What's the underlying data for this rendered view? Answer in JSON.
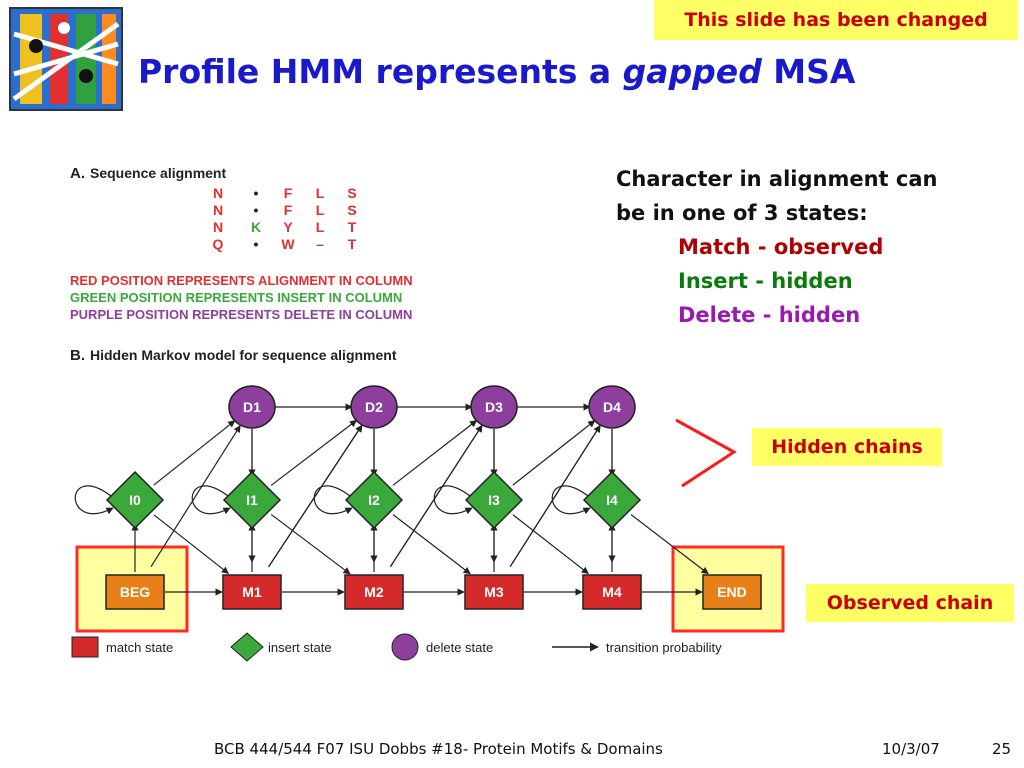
{
  "slide": {
    "banner": "This slide has been changed",
    "title_part1": "Profile HMM represents a ",
    "title_italic": "gapped",
    "title_part2": " MSA"
  },
  "explanation": {
    "line1": "Character in alignment can",
    "line2": "be in one of 3 states:",
    "match": "Match - observed",
    "insert": "Insert - hidden",
    "delete": "Delete - hidden"
  },
  "callouts": {
    "hidden": "Hidden chains",
    "observed": "Observed chain"
  },
  "figure": {
    "section_a": {
      "label": "A.",
      "title": "Sequence alignment",
      "rows": [
        [
          "N",
          "•",
          "F",
          "L",
          "S"
        ],
        [
          "N",
          "•",
          "F",
          "L",
          "S"
        ],
        [
          "N",
          "K",
          "Y",
          "L",
          "T"
        ],
        [
          "Q",
          "•",
          "W",
          "–",
          "T"
        ]
      ],
      "legend_red": "RED POSITION REPRESENTS ALIGNMENT IN COLUMN",
      "legend_green": "GREEN POSITION REPRESENTS INSERT IN COLUMN",
      "legend_purple": "PURPLE POSITION REPRESENTS DELETE IN COLUMN"
    },
    "section_b": {
      "label": "B.",
      "title": "Hidden Markov model for sequence alignment"
    },
    "delete_states": [
      "D1",
      "D2",
      "D3",
      "D4"
    ],
    "insert_states": [
      "I0",
      "I1",
      "I2",
      "I3",
      "I4"
    ],
    "match_states": [
      "BEG",
      "M1",
      "M2",
      "M3",
      "M4",
      "END"
    ],
    "legend": {
      "match": "match state",
      "insert": "insert state",
      "delete": "delete state",
      "transition": "transition probability"
    },
    "colors": {
      "match": "#d42a2a",
      "begin_end": "#e8801a",
      "insert": "#3aa83a",
      "delete": "#8e3f9e",
      "highlight_fill": "#ffffa0",
      "highlight_border": "#ff2a2a"
    }
  },
  "footer": {
    "course": "BCB 444/544 F07 ISU Dobbs #18- Protein Motifs & Domains",
    "date": "10/3/07",
    "page": "25"
  }
}
